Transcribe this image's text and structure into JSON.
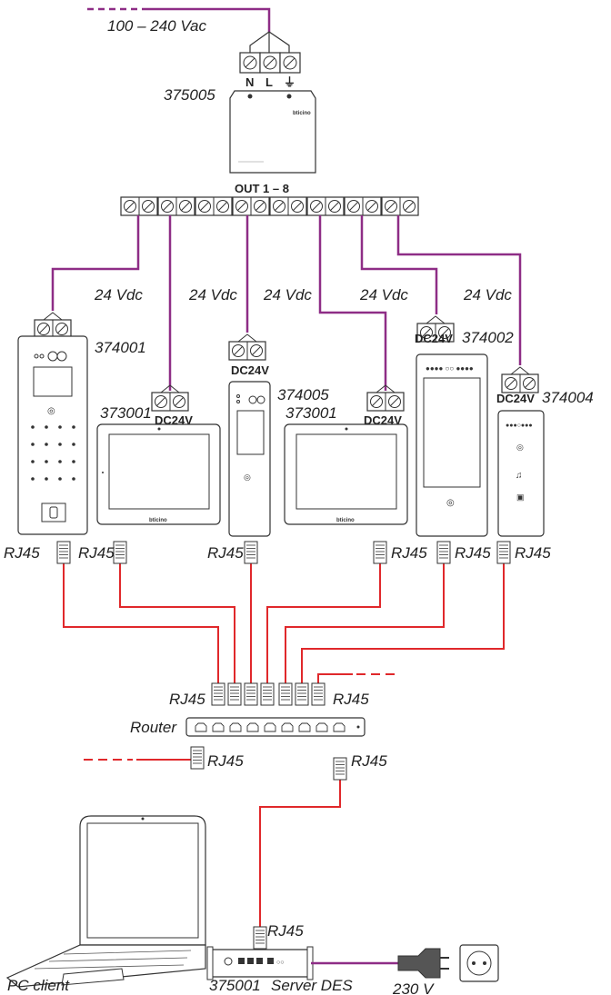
{
  "supply": {
    "voltage": "100 – 240 Vac",
    "terminals": [
      "N",
      "L",
      "⏚"
    ]
  },
  "power_supply": {
    "code": "375005",
    "brand": "bticino",
    "output_label": "OUT 1 – 8"
  },
  "line_label": "24 Vdc",
  "dc_label": "DC24V",
  "rj45": "RJ45",
  "devices": {
    "entrance_panel_keypad": "374001",
    "monitor_a": "373001",
    "entrance_panel_small": "374005",
    "monitor_b": "373001",
    "touch_panel": "374002",
    "slim_panel": "374004"
  },
  "router": "Router",
  "pc": "PC client",
  "server": {
    "code": "375001",
    "name": "Server DES"
  },
  "mains": "230 V",
  "colors": {
    "power_wire": "#8e2d86",
    "lan_wire": "#e0282b",
    "outline": "#333333"
  }
}
